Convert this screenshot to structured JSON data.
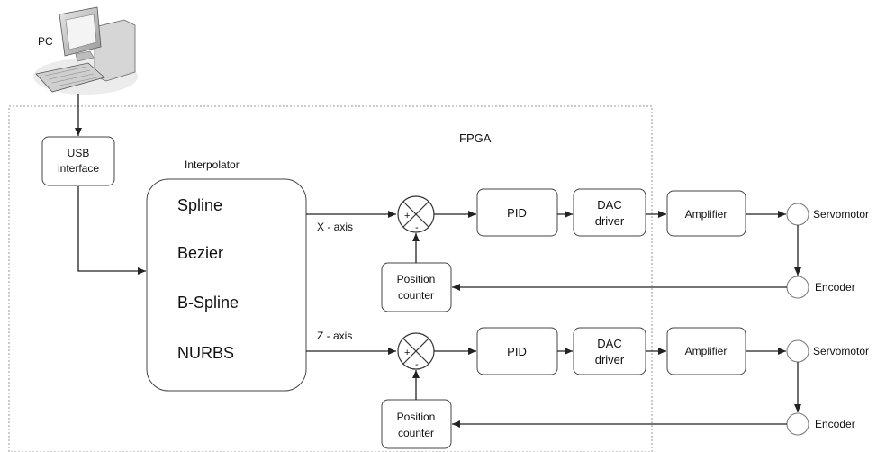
{
  "pc": {
    "label": "PC"
  },
  "fpga": {
    "label": "FPGA"
  },
  "usb": {
    "line1": "USB",
    "line2": "interface"
  },
  "interpolator": {
    "title": "Interpolator",
    "methods": [
      "Spline",
      "Bezier",
      "B-Spline",
      "NURBS"
    ]
  },
  "channels": [
    {
      "axis_label": "X - axis",
      "sum": {
        "plus": "+",
        "minus": "-"
      },
      "pid": "PID",
      "dac": {
        "line1": "DAC",
        "line2": "driver"
      },
      "amplifier": "Amplifier",
      "servomotor": "Servomotor",
      "encoder": "Encoder",
      "counter": {
        "line1": "Position",
        "line2": "counter"
      }
    },
    {
      "axis_label": "Z - axis",
      "sum": {
        "plus": "+",
        "minus": "-"
      },
      "pid": "PID",
      "dac": {
        "line1": "DAC",
        "line2": "driver"
      },
      "amplifier": "Amplifier",
      "servomotor": "Servomotor",
      "encoder": "Encoder",
      "counter": {
        "line1": "Position",
        "line2": "counter"
      }
    }
  ]
}
